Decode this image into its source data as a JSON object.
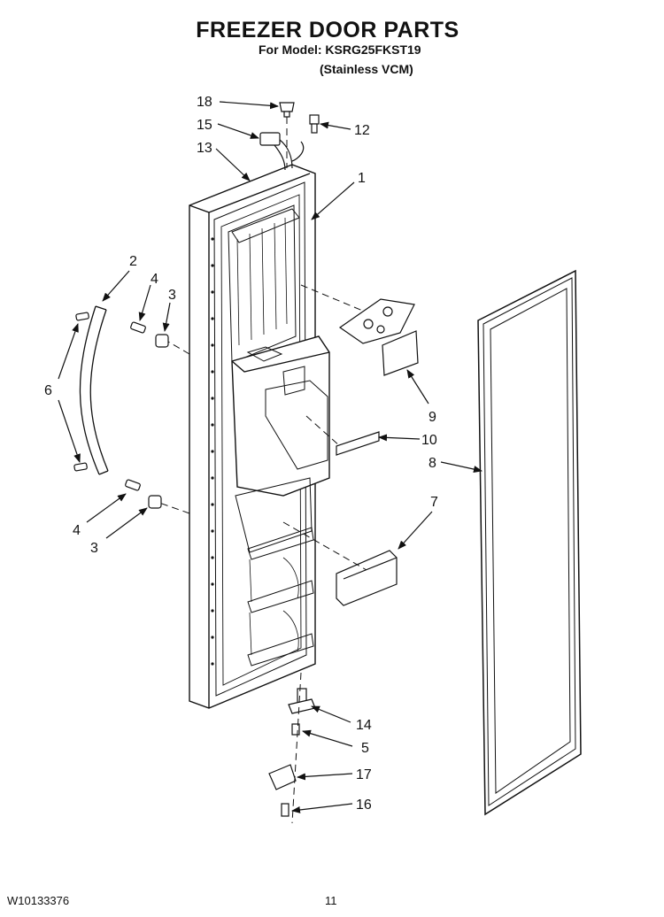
{
  "header": {
    "title": "FREEZER DOOR PARTS",
    "model_line": "For Model: KSRG25FKST19",
    "variant_line": "(Stainless VCM)"
  },
  "footer": {
    "doc_number": "W10133376",
    "page_number": "11"
  },
  "callouts": [
    {
      "id": "c18",
      "label": "18"
    },
    {
      "id": "c15",
      "label": "15"
    },
    {
      "id": "c12",
      "label": "12"
    },
    {
      "id": "c13",
      "label": "13"
    },
    {
      "id": "c1",
      "label": "1"
    },
    {
      "id": "c2",
      "label": "2"
    },
    {
      "id": "c4a",
      "label": "4"
    },
    {
      "id": "c3a",
      "label": "3"
    },
    {
      "id": "c6",
      "label": "6"
    },
    {
      "id": "c9",
      "label": "9"
    },
    {
      "id": "c10",
      "label": "10"
    },
    {
      "id": "c8",
      "label": "8"
    },
    {
      "id": "c7",
      "label": "7"
    },
    {
      "id": "c4b",
      "label": "4"
    },
    {
      "id": "c3b",
      "label": "3"
    },
    {
      "id": "c14",
      "label": "14"
    },
    {
      "id": "c5",
      "label": "5"
    },
    {
      "id": "c17",
      "label": "17"
    },
    {
      "id": "c16",
      "label": "16"
    }
  ]
}
